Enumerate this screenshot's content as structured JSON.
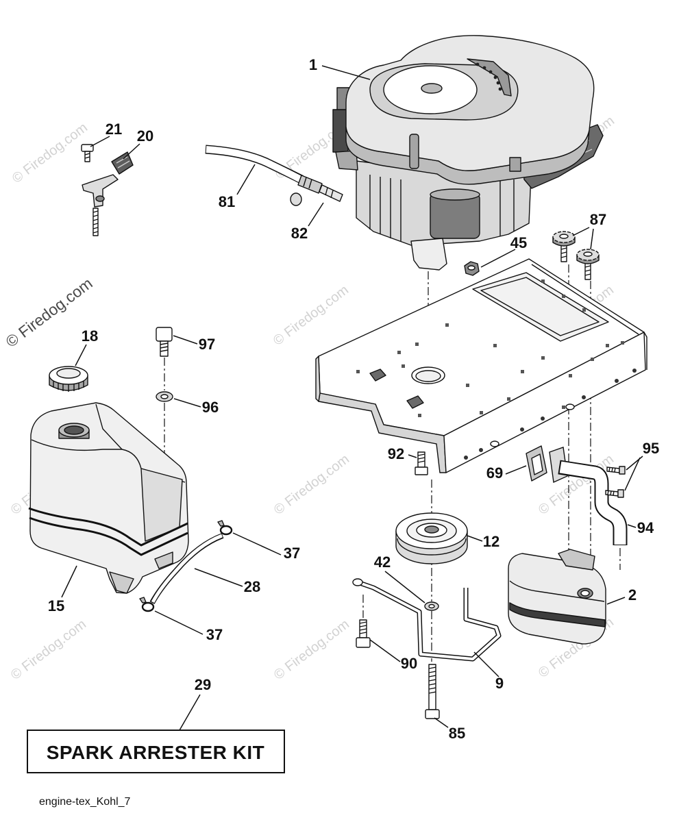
{
  "callouts": {
    "p1": "1",
    "p21": "21",
    "p20": "20",
    "p81": "81",
    "p82": "82",
    "p87": "87",
    "p45": "45",
    "p18": "18",
    "p97": "97",
    "p96": "96",
    "p92": "92",
    "p95": "95",
    "p69": "69",
    "p94": "94",
    "p12": "12",
    "p42": "42",
    "p2": "2",
    "p37_upper": "37",
    "p28": "28",
    "p15": "15",
    "p37_lower": "37",
    "p90": "90",
    "p9": "9",
    "p29": "29",
    "p85": "85"
  },
  "kit_box": {
    "label": "SPARK ARRESTER KIT"
  },
  "caption": "engine-tex_Kohl_7",
  "watermark": "© Firedog.com"
}
